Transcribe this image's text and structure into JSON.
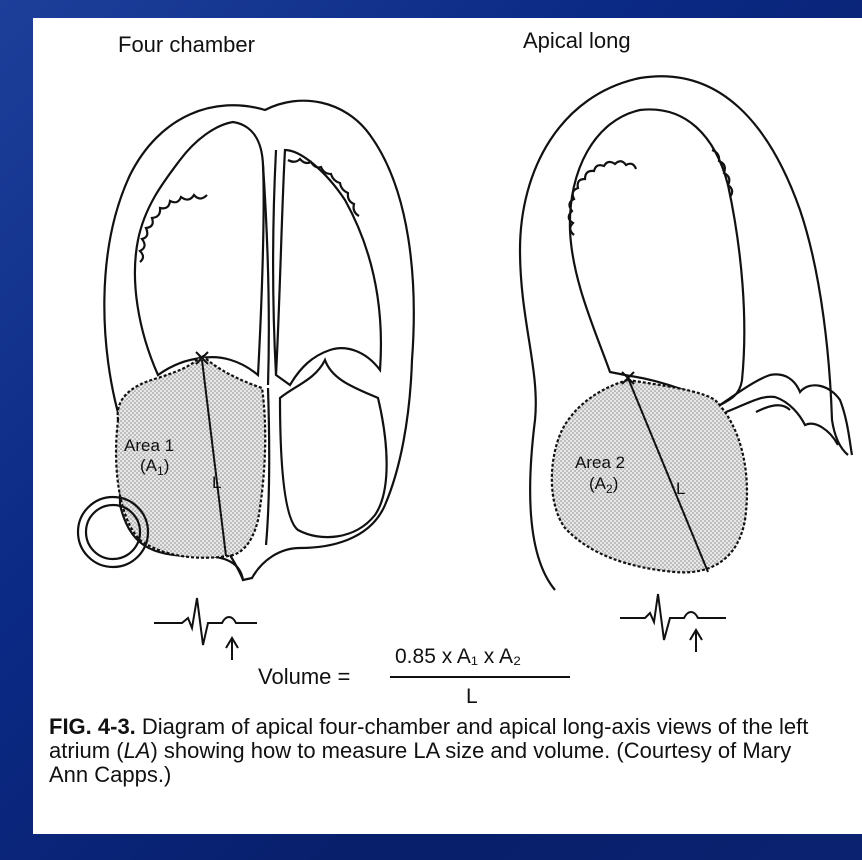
{
  "diagram": {
    "left_view_title": "Four chamber",
    "right_view_title": "Apical long",
    "left_area_label_1": "Area 1",
    "left_area_label_2": "(A",
    "left_area_label_sub": "1",
    "left_area_label_close": ")",
    "left_length_label": "L",
    "right_area_label_1": "Area 2",
    "right_area_label_2": "(A",
    "right_area_label_sub": "2",
    "right_area_label_close": ")",
    "right_length_label": "L"
  },
  "formula": {
    "label": "Volume =",
    "numerator": "0.85 x A₁ x A₂",
    "denominator": "L"
  },
  "caption": {
    "figure_id": "FIG. 4-3.",
    "before_italic": " Diagram of apical four-chamber and apical long-axis views of the left atrium (",
    "italic": "LA",
    "after_italic": ") showing how to measure LA size and volume. (Courtesy of Mary Ann Capps.)"
  },
  "colors": {
    "background": "#0b2a86",
    "paper": "#ffffff",
    "ink": "#111111",
    "stipple": "#bdbdbd"
  }
}
